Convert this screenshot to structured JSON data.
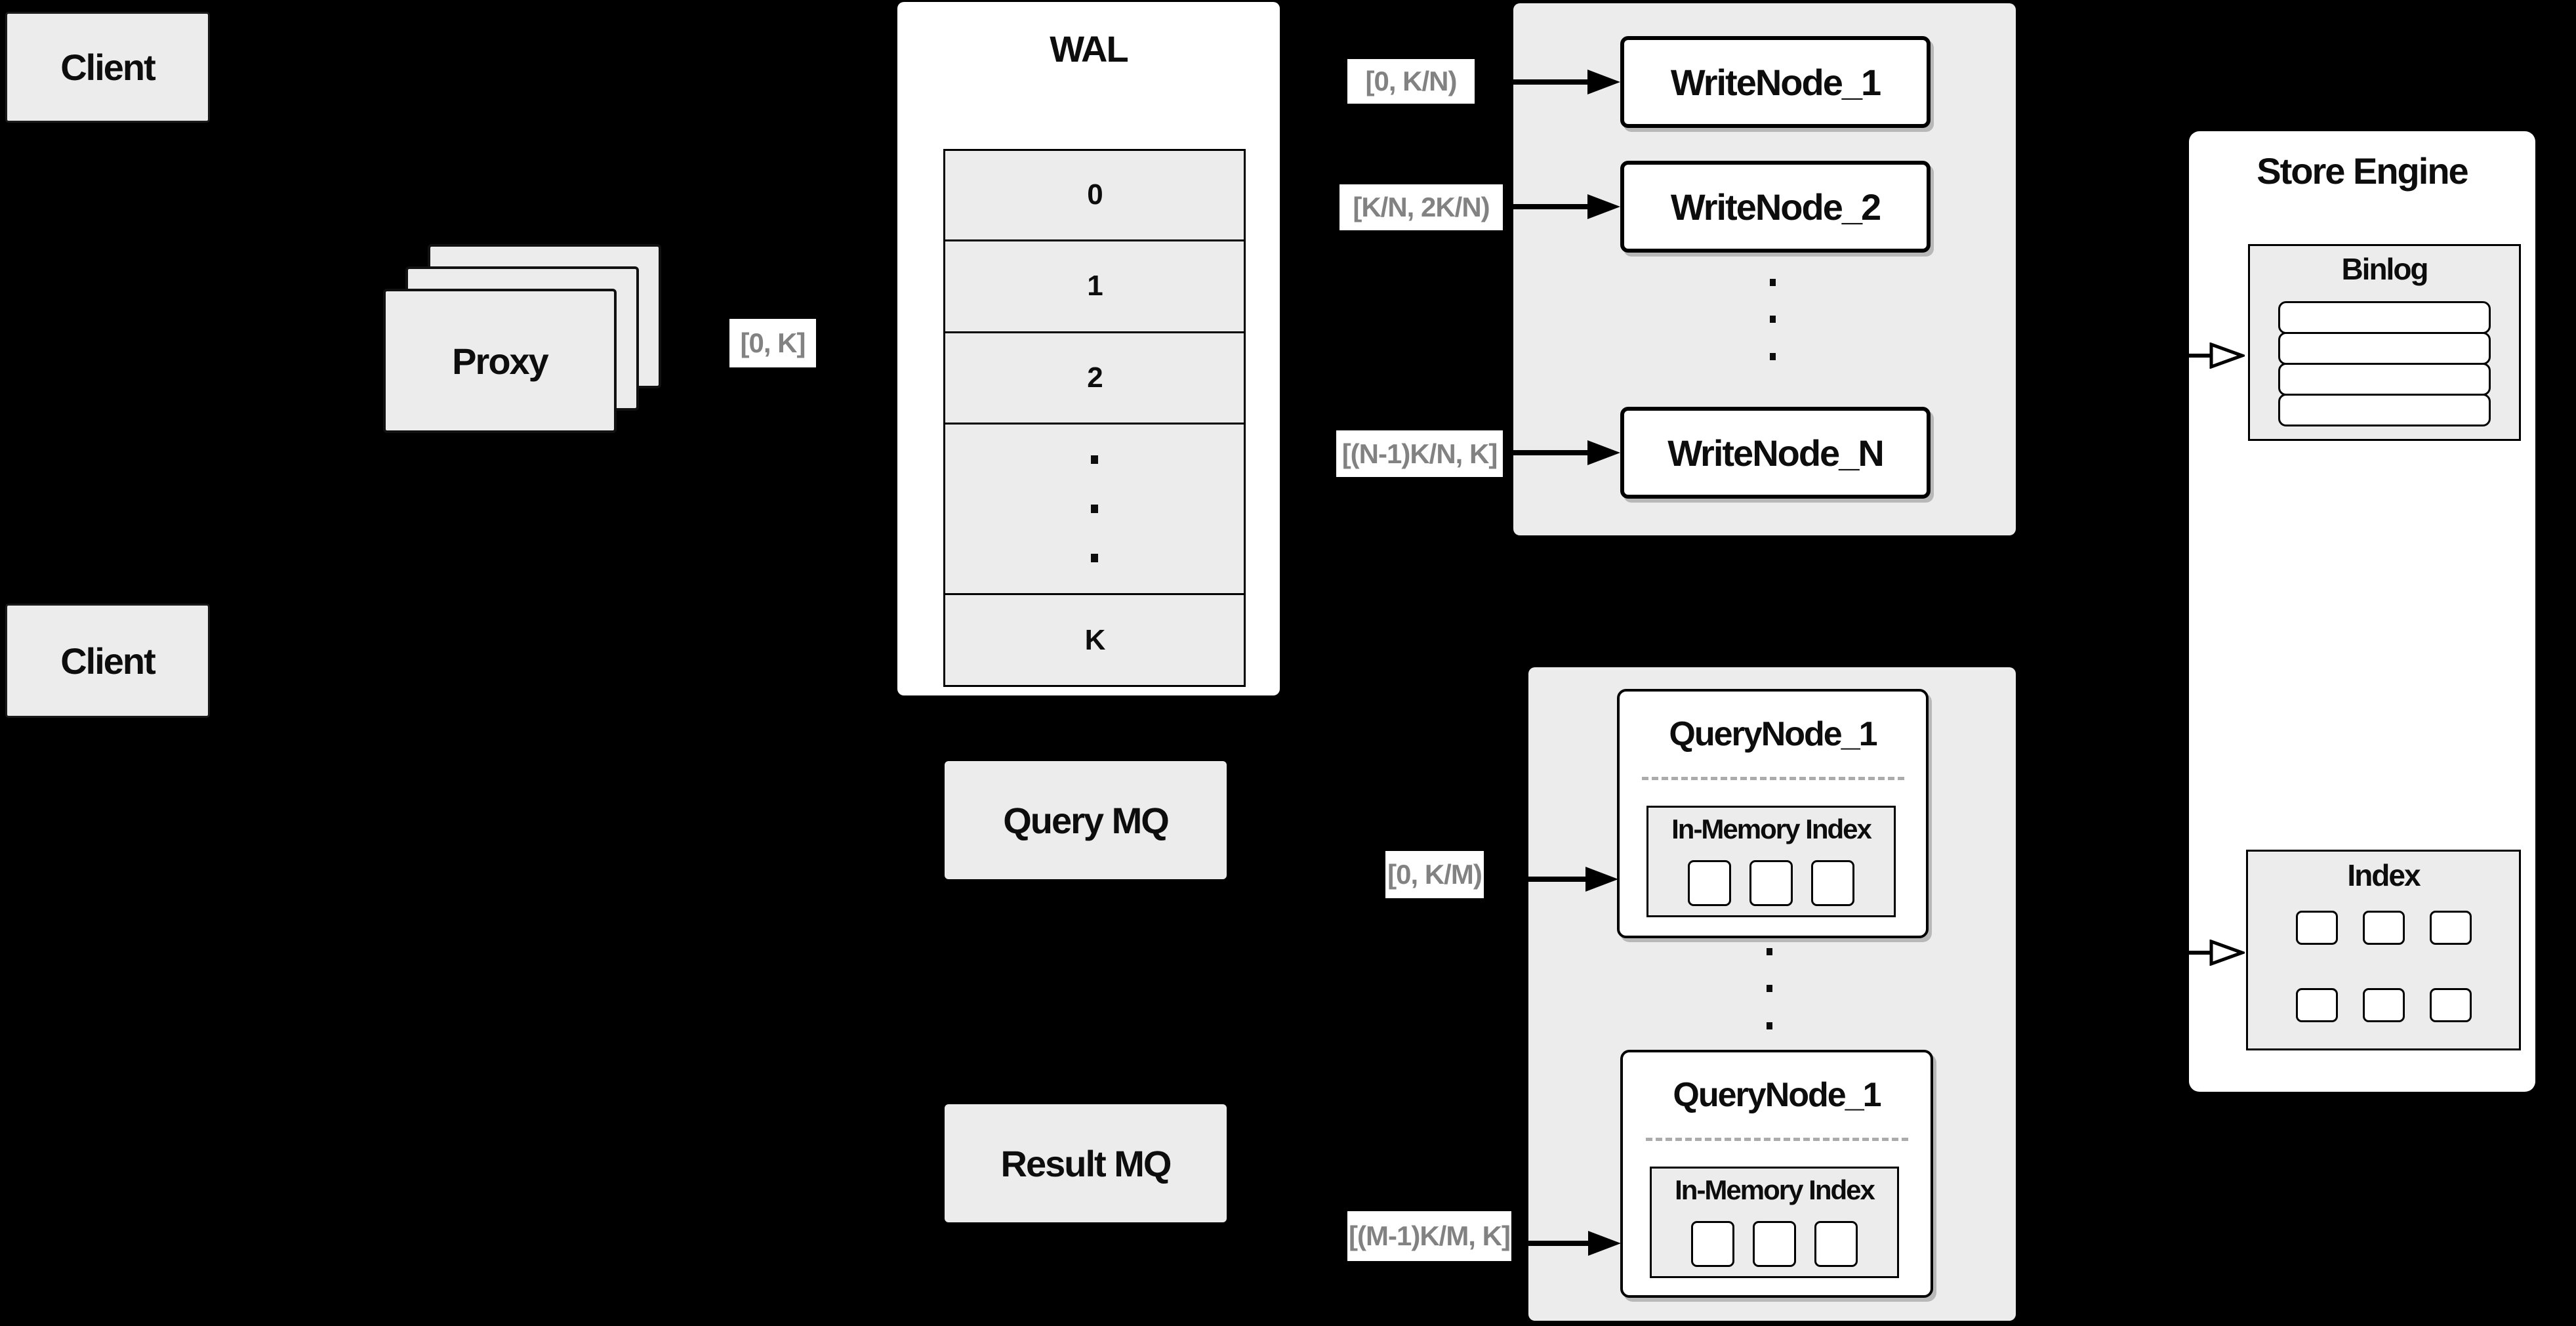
{
  "client_top": {
    "label": "Client"
  },
  "client_bottom": {
    "label": "Client"
  },
  "proxy": {
    "label": "Proxy",
    "range": "[0, K]"
  },
  "wal": {
    "title": "WAL",
    "slots": [
      "0",
      "1",
      "2"
    ],
    "last_slot": "K"
  },
  "write_cluster": {
    "node1": {
      "label": "WriteNode_1",
      "range": "[0, K/N)"
    },
    "node2": {
      "label": "WriteNode_2",
      "range": "[K/N, 2K/N)"
    },
    "nodeN": {
      "label": "WriteNode_N",
      "range": "[(N-1)K/N, K]"
    }
  },
  "store_engine": {
    "title": "Store Engine",
    "binlog": {
      "title": "Binlog"
    },
    "index": {
      "title": "Index"
    }
  },
  "query_mq": {
    "label": "Query MQ"
  },
  "result_mq": {
    "label": "Result MQ"
  },
  "query_cluster": {
    "node1": {
      "label": "QueryNode_1",
      "memory_index": "In-Memory Index",
      "range": "[0, K/M)"
    },
    "node2": {
      "label": "QueryNode_1",
      "memory_index": "In-Memory Index",
      "range": "[(M-1)K/M, K]"
    }
  },
  "colors": {
    "background": "#000000",
    "panel_fill": "#ececec",
    "node_fill": "#ffffff",
    "border": "#000000",
    "range_label_text": "#828282"
  }
}
